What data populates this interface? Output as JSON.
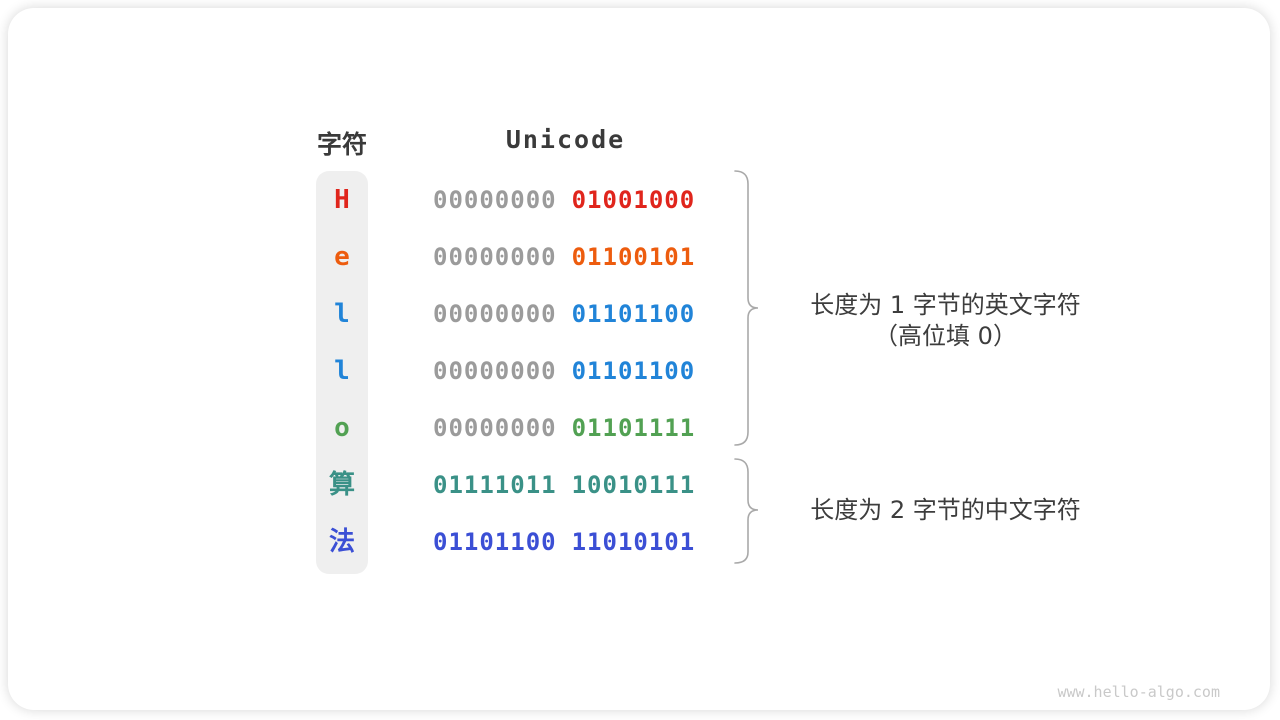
{
  "header": {
    "char_column": "字符",
    "unicode_column": "Unicode"
  },
  "table": {
    "gray_color": "#9b9b9b",
    "rows": [
      {
        "char": "H",
        "color": "#e0251c",
        "byte1": "00000000",
        "byte2": "01001000",
        "byte1_is_padding": true
      },
      {
        "char": "e",
        "color": "#ed5c0e",
        "byte1": "00000000",
        "byte2": "01100101",
        "byte1_is_padding": true
      },
      {
        "char": "l",
        "color": "#2184d8",
        "byte1": "00000000",
        "byte2": "01101100",
        "byte1_is_padding": true
      },
      {
        "char": "l",
        "color": "#2184d8",
        "byte1": "00000000",
        "byte2": "01101100",
        "byte1_is_padding": true
      },
      {
        "char": "o",
        "color": "#52a153",
        "byte1": "00000000",
        "byte2": "01101111",
        "byte1_is_padding": true
      },
      {
        "char": "算",
        "color": "#3a9187",
        "byte1": "01111011",
        "byte2": "10010111",
        "byte1_is_padding": false
      },
      {
        "char": "法",
        "color": "#3b4fd5",
        "byte1": "01101100",
        "byte2": "11010101",
        "byte1_is_padding": false
      }
    ]
  },
  "annotations": {
    "english": {
      "line1": "长度为 1 字节的英文字符",
      "line2": "（高位填 0）"
    },
    "chinese": {
      "line1": "长度为 2 字节的中文字符"
    }
  },
  "watermark": "www.hello-algo.com"
}
